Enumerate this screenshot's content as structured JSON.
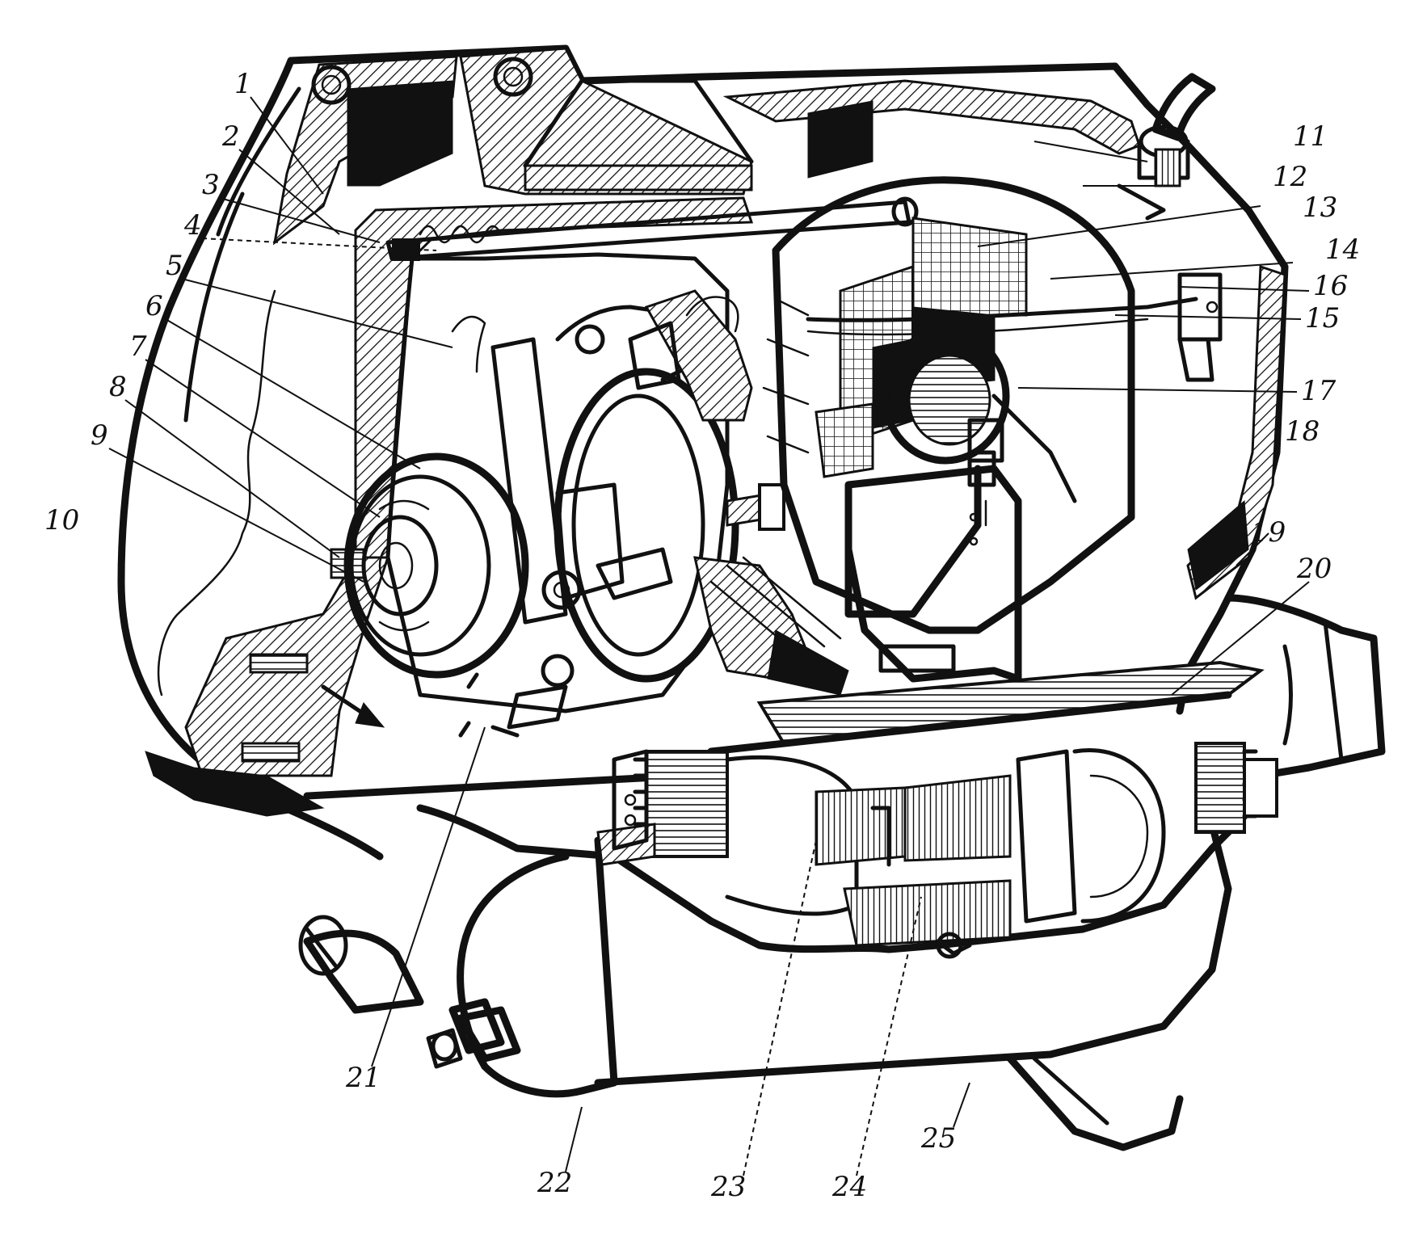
{
  "callouts": [
    {
      "n": "1"
    },
    {
      "n": "2"
    },
    {
      "n": "3"
    },
    {
      "n": "4"
    },
    {
      "n": "5"
    },
    {
      "n": "6"
    },
    {
      "n": "7"
    },
    {
      "n": "8"
    },
    {
      "n": "9"
    },
    {
      "n": "10"
    },
    {
      "n": "11"
    },
    {
      "n": "12"
    },
    {
      "n": "13"
    },
    {
      "n": "14"
    },
    {
      "n": "16"
    },
    {
      "n": "15"
    },
    {
      "n": "17"
    },
    {
      "n": "18"
    },
    {
      "n": "19"
    },
    {
      "n": "20"
    },
    {
      "n": "21"
    },
    {
      "n": "22"
    },
    {
      "n": "23"
    },
    {
      "n": "24"
    },
    {
      "n": "25"
    }
  ],
  "colors": {
    "ink": "#111111",
    "paper": "#ffffff"
  }
}
